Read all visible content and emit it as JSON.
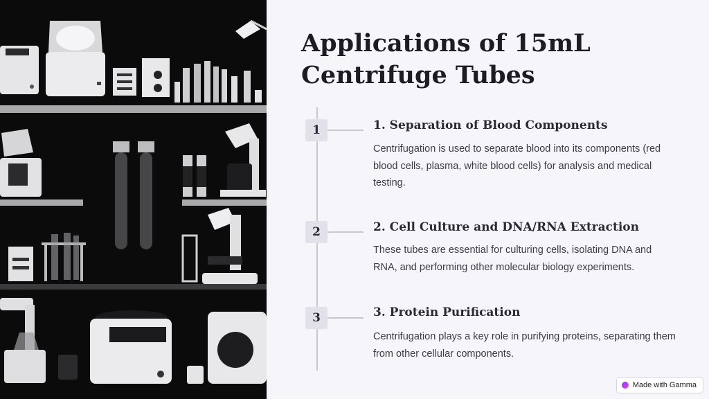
{
  "title": "Applications of 15mL Centrifuge Tubes",
  "steps": [
    {
      "number": "1",
      "title": "1. Separation of Blood Components",
      "text": "Centrifugation is used to separate blood into its components (red blood cells, plasma, white blood cells) for analysis and medical testing."
    },
    {
      "number": "2",
      "title": "2. Cell Culture and DNA/RNA Extraction",
      "text": "These tubes are essential for culturing cells, isolating DNA and RNA, and performing other molecular biology experiments."
    },
    {
      "number": "3",
      "title": "3. Protein Purification",
      "text": "Centrifugation plays a key role in purifying proteins, separating them from other cellular components."
    }
  ],
  "badge": {
    "label": "Made with Gamma",
    "icon": "gamma-logo-icon"
  },
  "image": {
    "icons": [
      "centrifuge-icon",
      "test-tube-icon",
      "microscope-icon",
      "lamp-icon",
      "stand-mixer-icon"
    ]
  }
}
